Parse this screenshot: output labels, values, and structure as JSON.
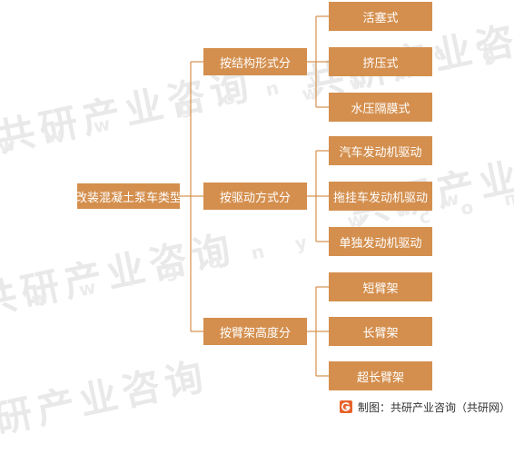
{
  "diagram": {
    "root": {
      "label": "改装混凝土泵车类型"
    },
    "branches": [
      {
        "label": "按结构形式分",
        "children": [
          {
            "label": "活塞式"
          },
          {
            "label": "挤压式"
          },
          {
            "label": "水压隔膜式"
          }
        ]
      },
      {
        "label": "按驱动方式分",
        "children": [
          {
            "label": "汽车发动机驱动"
          },
          {
            "label": "拖挂车发动机驱动"
          },
          {
            "label": "单独发动机驱动"
          }
        ]
      },
      {
        "label": "按臂架高度分",
        "children": [
          {
            "label": "短臂架"
          },
          {
            "label": "长臂架"
          },
          {
            "label": "超长臂架"
          }
        ]
      }
    ]
  },
  "footer": {
    "label": "制图：共研产业咨询（共研网）",
    "logo_icon": "gonyn-logo-icon"
  },
  "watermark": {
    "text": "共研产业咨询",
    "url_text": "w w w . g o n y n . c o m"
  },
  "colors": {
    "node_fill": "#d48f4e",
    "node_text": "#ffffff",
    "connector": "#d48f4e",
    "watermark": "#e9e9e9",
    "footer_logo": "#e8632b"
  }
}
